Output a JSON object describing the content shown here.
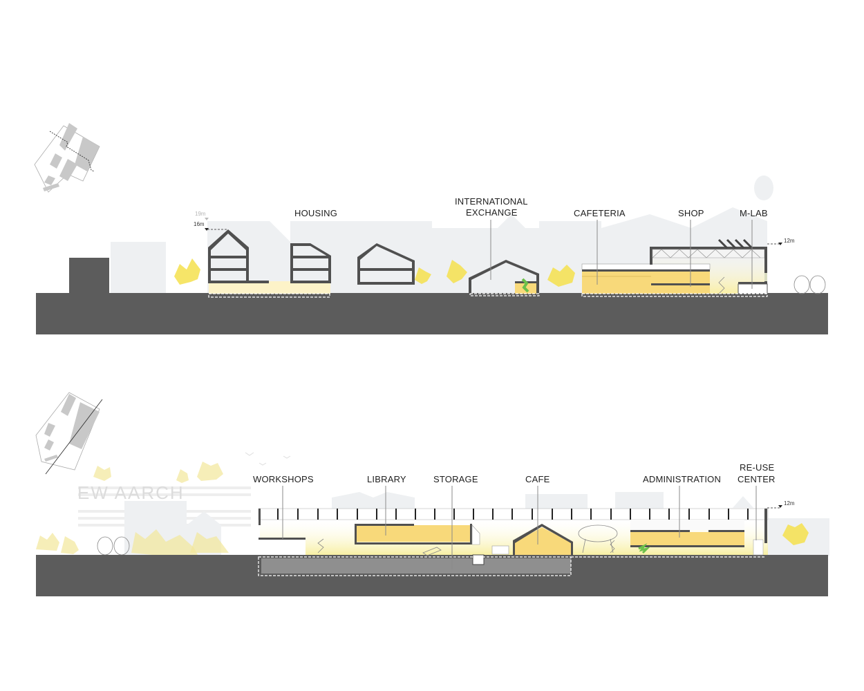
{
  "figure": {
    "type": "architectural-sections",
    "sections": [
      {
        "id": "section-a",
        "key_plan": "key-plan-a",
        "labels": [
          {
            "text": "HOUSING"
          },
          {
            "text_line1": "INTERNATIONAL",
            "text_line2": "EXCHANGE"
          },
          {
            "text": "CAFETERIA"
          },
          {
            "text": "SHOP"
          },
          {
            "text": "M-LAB"
          }
        ],
        "levels": [
          {
            "text": "19m",
            "style": "faint"
          },
          {
            "text": "16m",
            "style": "dark"
          },
          {
            "text": "12m",
            "style": "dark"
          }
        ]
      },
      {
        "id": "section-b",
        "key_plan": "key-plan-b",
        "labels": [
          {
            "text": "WORKSHOPS"
          },
          {
            "text": "LIBRARY"
          },
          {
            "text": "STORAGE"
          },
          {
            "text": "CAFE"
          },
          {
            "text": "ADMINISTRATION"
          },
          {
            "text_line1": "RE-USE",
            "text_line2": "CENTER"
          }
        ],
        "levels": [
          {
            "text": "12m",
            "style": "dark"
          }
        ],
        "background_sign": "EW AARCH"
      }
    ]
  },
  "colors": {
    "ground": "#5c5c5c",
    "walls": "#505050",
    "program_fill": "#f8d97a",
    "ambient_glow": "#fdf3c8",
    "trees": "#f4e04d",
    "background_buildings": "#eef0f2",
    "storage_fill": "#8f8f8f",
    "green_slide": "#6cc04a"
  }
}
